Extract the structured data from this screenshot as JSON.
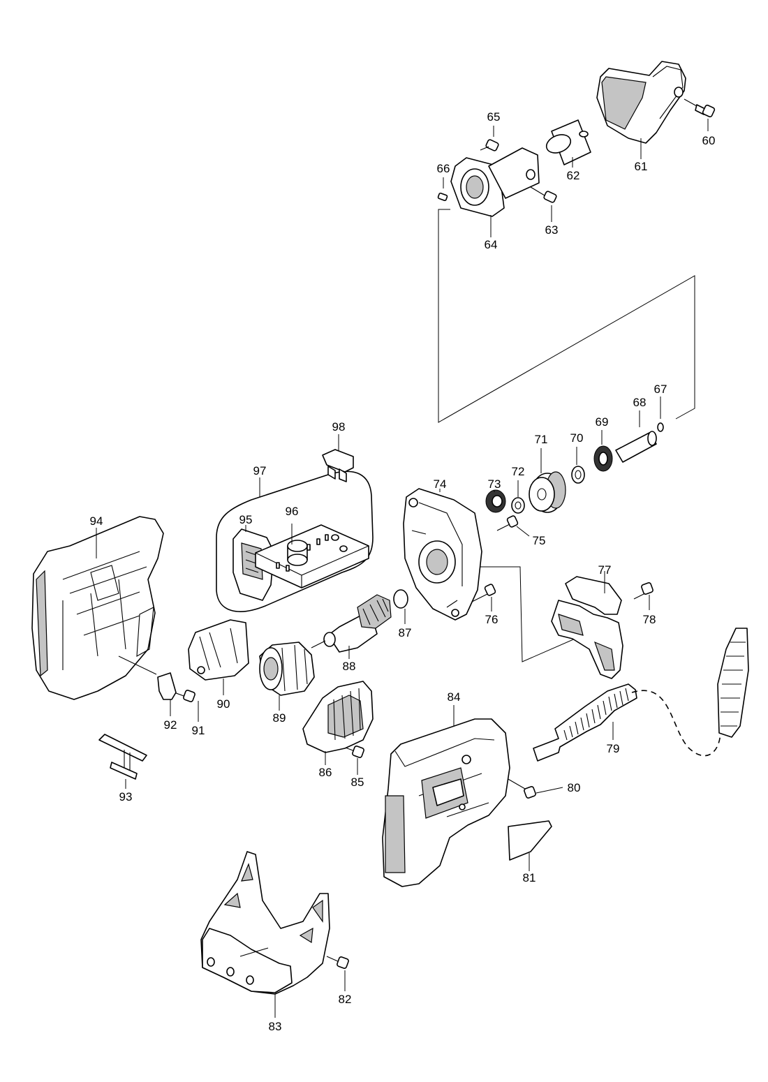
{
  "labels": {
    "p60": "60",
    "p61": "61",
    "p62": "62",
    "p63": "63",
    "p64": "64",
    "p65": "65",
    "p66": "66",
    "p67": "67",
    "p68": "68",
    "p69": "69",
    "p70": "70",
    "p71": "71",
    "p72": "72",
    "p73": "73",
    "p74": "74",
    "p75": "75",
    "p76": "76",
    "p77": "77",
    "p78": "78",
    "p79": "79",
    "p80": "80",
    "p81": "81",
    "p82": "82",
    "p83": "83",
    "p84": "84",
    "p85": "85",
    "p86": "86",
    "p87": "87",
    "p88": "88",
    "p89": "89",
    "p90": "90",
    "p91": "91",
    "p92": "92",
    "p93": "93",
    "p94": "94",
    "p95": "95",
    "p96": "96",
    "p97": "97",
    "p98": "98"
  }
}
